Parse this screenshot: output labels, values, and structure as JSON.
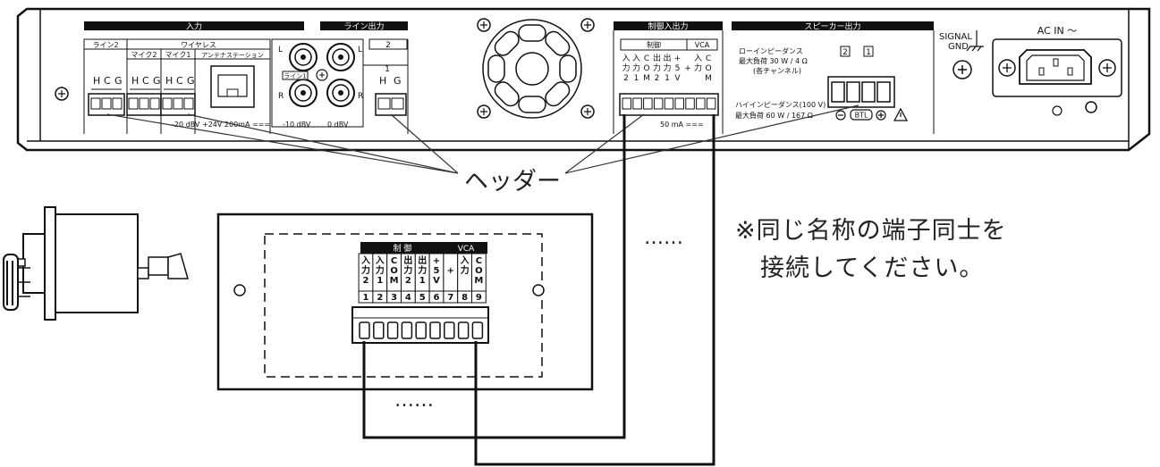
{
  "amp_panel": {
    "sections": {
      "input": "入力",
      "line_out": "ライン出力",
      "control_io": "制御入出力",
      "speaker_out": "スピーカー出力"
    },
    "input_sub": {
      "line2": "ライン2",
      "wireless": "ワイヤレス",
      "mic2": "マイク2",
      "mic1": "マイク1",
      "antenna": "アンテナステーション"
    },
    "hcg": [
      "H",
      "C",
      "G"
    ],
    "hg": [
      "H",
      "G"
    ],
    "antenna_power": "+24V 200mA ===",
    "input_level": "-20 dBV",
    "line1": "ライン1",
    "level_m10": "-10 dBV",
    "level_0": "0 dBV",
    "rca_L": "L",
    "rca_R": "R",
    "line_out_2": "2",
    "line_out_1": "1",
    "control_label": "制御",
    "vca_label": "VCA",
    "control_cols": [
      [
        "入",
        "力",
        "2"
      ],
      [
        "入",
        "力",
        "1"
      ],
      [
        "C",
        "O",
        "M"
      ],
      [
        "出",
        "力",
        "2"
      ],
      [
        "出",
        "力",
        "1"
      ],
      [
        "+",
        "5",
        "V"
      ],
      [
        "",
        "+",
        ""
      ],
      [
        "入",
        "力",
        ""
      ],
      [
        "C",
        "O",
        "M"
      ]
    ],
    "control_current": "50 mA ===",
    "speaker": {
      "low_imp": "ローインピーダンス",
      "low_load": "最大負荷 30 W / 4 Ω",
      "per_ch": "(各チャンネル)",
      "ch2": "2",
      "ch1": "1",
      "high_imp": "ハイインピーダンス(100 V)",
      "high_load": "最大負荷 60 W / 167 Ω",
      "btl": "BTL"
    },
    "signal_gnd": [
      "SIGNAL",
      "GND"
    ],
    "ac_in": "AC IN ～"
  },
  "remote_panel": {
    "control_label": "制 御",
    "vca_label": "VCA",
    "cols": [
      [
        "入",
        "力",
        "2"
      ],
      [
        "入",
        "力",
        "1"
      ],
      [
        "C",
        "O",
        "M"
      ],
      [
        "出",
        "力",
        "2"
      ],
      [
        "出",
        "力",
        "1"
      ],
      [
        "+",
        "5",
        "V"
      ],
      [
        "",
        "+",
        ""
      ],
      [
        "入",
        "力",
        ""
      ],
      [
        "C",
        "O",
        "M"
      ]
    ],
    "numbers": [
      "1",
      "2",
      "3",
      "4",
      "5",
      "6",
      "7",
      "8",
      "9"
    ]
  },
  "callout_label": "ヘッダー",
  "ellipsis_top": "……",
  "ellipsis_bottom": "……",
  "note_line1": "※同じ名称の端子同士を",
  "note_line2": "接続してください。"
}
